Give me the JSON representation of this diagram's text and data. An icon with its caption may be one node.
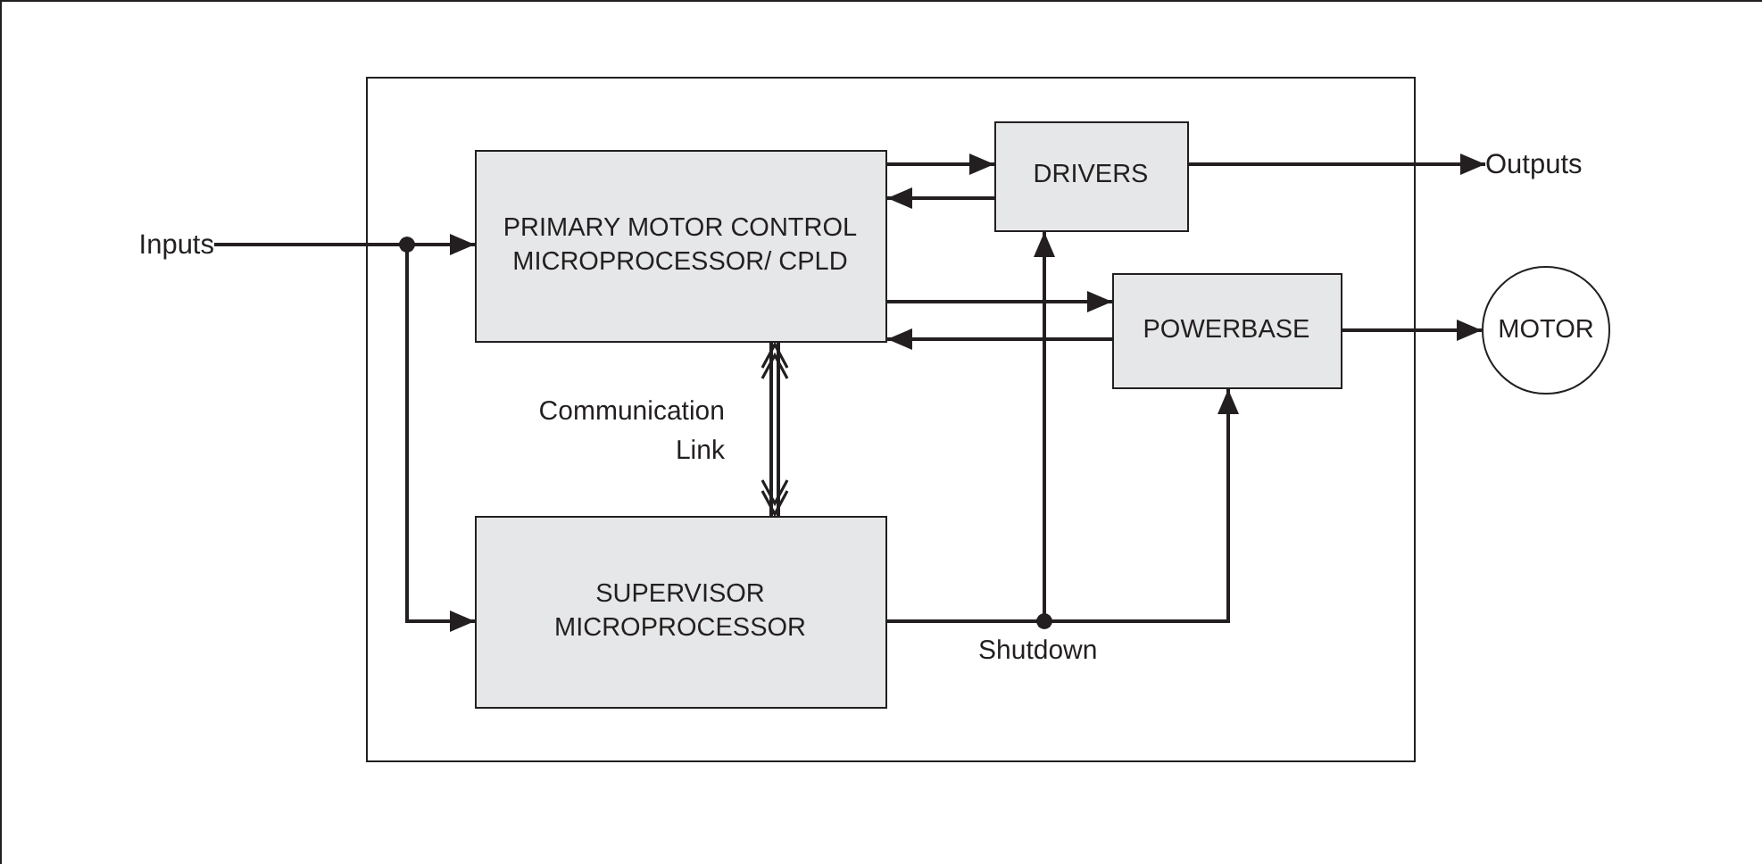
{
  "diagram": {
    "nodes": [
      {
        "text": [],
        "shape": "box"
      },
      {
        "text": [
          "Inputs"
        ]
      },
      {
        "text": [
          "PRIMARY MOTOR CONTROL MICROPROCESSOR/ CPLD"
        ],
        "in": 0
      },
      {
        "text": [
          "DRIVERS"
        ],
        "in": 0
      },
      {
        "text": [
          "POWERBASE"
        ],
        "in": 0
      },
      {
        "text": [
          "SUPERVISOR MICROPROCESSOR"
        ],
        "in": 0
      },
      {
        "text": [
          "Outputs"
        ]
      },
      {
        "text": [
          "MOTOR"
        ]
      }
    ],
    "edges": [
      {
        "from": 1,
        "to": 2,
        "arrow": "to"
      },
      {
        "from": 1,
        "to": 5,
        "arrow": "to"
      },
      {
        "from": 2,
        "to": 3,
        "arrow": "to"
      },
      {
        "from": 3,
        "to": 2,
        "arrow": "to"
      },
      {
        "from": 2,
        "to": 4,
        "arrow": "to"
      },
      {
        "from": 4,
        "to": 2,
        "arrow": "to"
      },
      {
        "from": 3,
        "to": 6,
        "arrow": "to"
      },
      {
        "from": 4,
        "to": 7,
        "arrow": "to"
      },
      {
        "from": 2,
        "to": 5,
        "arrow": "both",
        "label": "Communication Link"
      },
      {
        "from": 5,
        "to": 3,
        "arrow": "to"
      },
      {
        "from": 5,
        "to": 4,
        "arrow": "to"
      }
    ],
    "labels": [
      "Shutdown"
    ]
  }
}
